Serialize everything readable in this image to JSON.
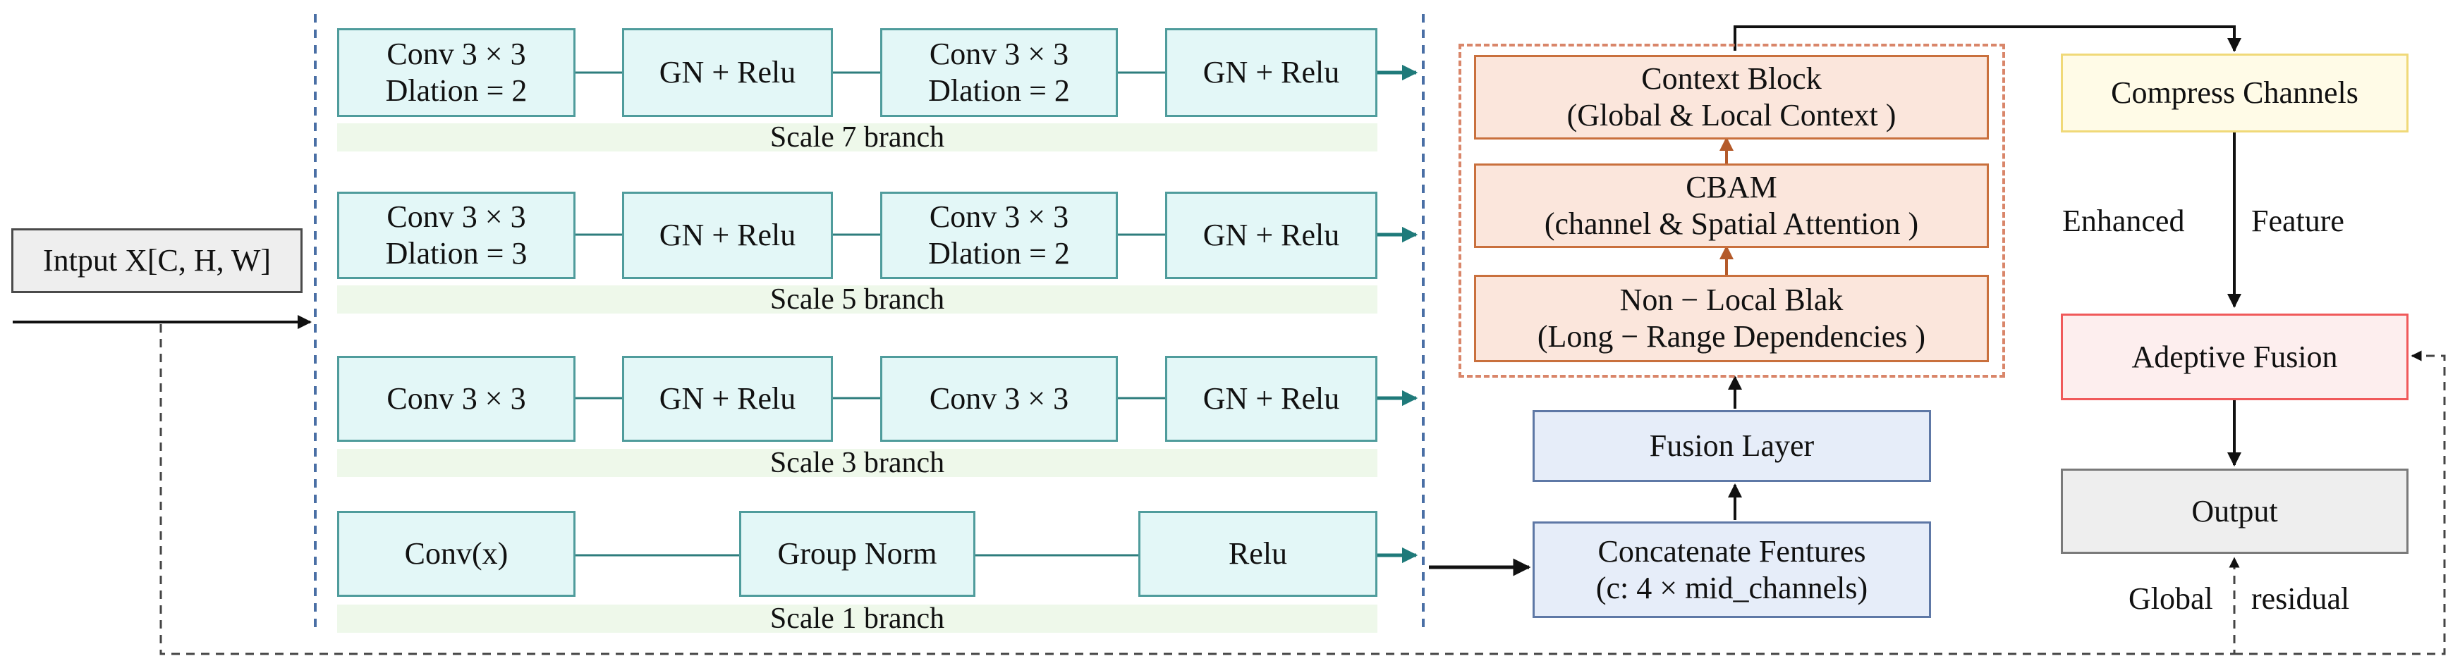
{
  "input": {
    "label": "Intput  X[C, H, W]"
  },
  "branches": {
    "scale7": {
      "label": "Scale 7 branch",
      "conv1": [
        "Conv 3  × 3",
        "Dlation = 2"
      ],
      "gn1": "GN + Relu",
      "conv2": [
        "Conv 3 × 3",
        "Dlation = 2"
      ],
      "gn2": "GN + Relu"
    },
    "scale5": {
      "label": "Scale 5 branch",
      "conv1": [
        "Conv 3 × 3",
        "Dlation = 3"
      ],
      "gn1": "GN + Relu",
      "conv2": [
        "Conv 3 × 3",
        "Dlation = 2"
      ],
      "gn2": "GN + Relu"
    },
    "scale3": {
      "label": "Scale 3 branch",
      "conv1": "Conv  3 × 3",
      "gn1": "GN + Relu",
      "conv2": "Conv 3 × 3",
      "gn2": "GN + Relu"
    },
    "scale1": {
      "label": "Scale 1 branch",
      "conv": "Conv(x)",
      "norm": "Group  Norm",
      "relu": "Relu"
    }
  },
  "context": {
    "context_block": [
      "Context Block",
      "(Global  &  Local  Context )"
    ],
    "cbam": [
      "CBAM",
      "(channel  &  Spatial Attention )"
    ],
    "nonlocal": [
      "Non − Local Blak",
      "(Long − Range Dependencies )"
    ]
  },
  "fusion_layer": "Fusion Layer",
  "concat": [
    "Concatenate Fentures",
    "(c: 4 × mid_channels)"
  ],
  "compress": "Compress Channels",
  "enhanced_feature": [
    "Enhanced",
    "Feature"
  ],
  "adaptive_fusion": "Adeptive Fusion",
  "output": "Output",
  "global_residual": [
    "Global",
    "residual"
  ]
}
